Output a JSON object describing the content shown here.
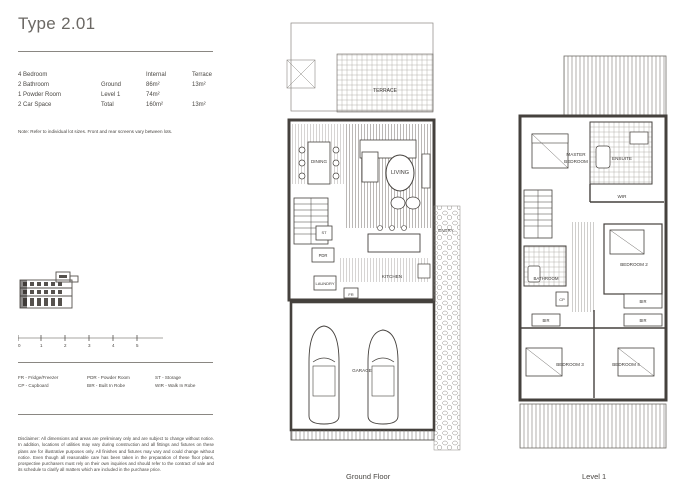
{
  "title": "Type 2.01",
  "specs": {
    "headers": {
      "internal": "Internal",
      "terrace": "Terrace"
    },
    "rows": [
      {
        "left": "4 Bedroom",
        "level": "",
        "internal": "",
        "terrace": ""
      },
      {
        "left": "2 Bathroom",
        "level": "Ground",
        "internal": "86m²",
        "terrace": "13m²"
      },
      {
        "left": "1 Powder Room",
        "level": "Level 1",
        "internal": "74m²",
        "terrace": ""
      },
      {
        "left": "2 Car Space",
        "level": "Total",
        "internal": "160m²",
        "terrace": "13m²"
      }
    ]
  },
  "note": "Note: Refer to individual lot sizes. Front and rear screens vary between lots.",
  "scale": {
    "ticks": [
      "0",
      "1",
      "2",
      "3",
      "4",
      "5"
    ]
  },
  "legend": {
    "col1": [
      "FR - Fridge/Freezer",
      "CP - Cupboard"
    ],
    "col2": [
      "PDR - Powder Room",
      "BIR - Built In Robe"
    ],
    "col3": [
      "ST - Storage",
      "WIR - Walk In Robe"
    ]
  },
  "disclaimer": "Disclaimer: All dimensions and areas are preliminary only and are subject to change without notice. In addition, locations of utilities may vary during construction and all fittings and fixtures on these plans are for illustrative purposes only. All finishes and fixtures may vary and could change without notice. Even though all reasonable care has been taken in the preparation of these floor plans, prospective purchasers must rely on their own inquiries and should refer to the contract of sale and its schedule to clarify all matters which are included in the purchase price.",
  "ground_floor": {
    "caption": "Ground Floor",
    "labels": {
      "terrace": "TERRACE",
      "dining": "DINING",
      "living": "LIVING",
      "st": "ST",
      "pdr": "PDR",
      "kitchen": "KITCHEN",
      "laundry": "LAUNDRY",
      "fr": "FR",
      "entry": "ENTRY",
      "garage": "GARAGE"
    }
  },
  "level_1": {
    "caption": "Level 1",
    "labels": {
      "master": "MASTER",
      "bedroom": "BEDROOM",
      "ensuite": "ENSUITE",
      "wir": "WIR",
      "bathroom": "BATHROOM",
      "bedroom2": "BEDROOM 2",
      "cp": "CP",
      "bir1": "BIR",
      "bir2": "BIR",
      "bir3": "BIR",
      "bedroom3": "BEDROOM 3",
      "bedroom4": "BEDROOM 4"
    }
  },
  "colors": {
    "wall": "#45413d",
    "text": "#3b3835",
    "rule": "#8a8782"
  }
}
